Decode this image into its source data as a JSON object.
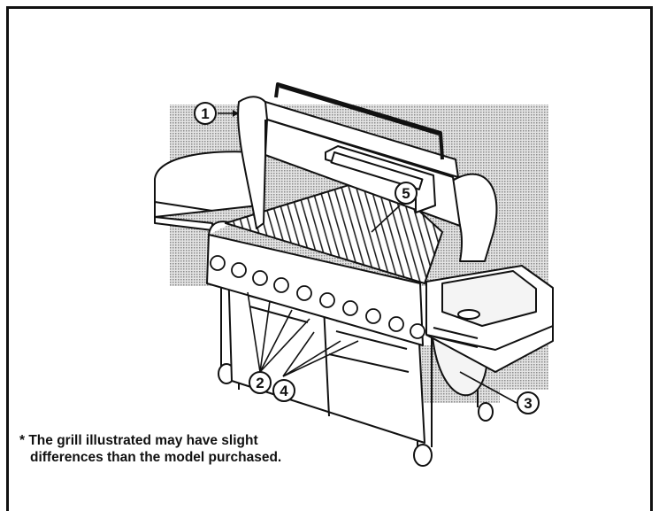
{
  "callouts": [
    {
      "id": "c1",
      "label": "1"
    },
    {
      "id": "c2",
      "label": "2"
    },
    {
      "id": "c3",
      "label": "3"
    },
    {
      "id": "c4",
      "label": "4"
    },
    {
      "id": "c5",
      "label": "5"
    }
  ],
  "footnote": {
    "line1": "* The grill illustrated may have slight",
    "line2": "differences than the model purchased."
  },
  "colors": {
    "background_pattern": "#c8c8c8",
    "line": "#111111"
  }
}
